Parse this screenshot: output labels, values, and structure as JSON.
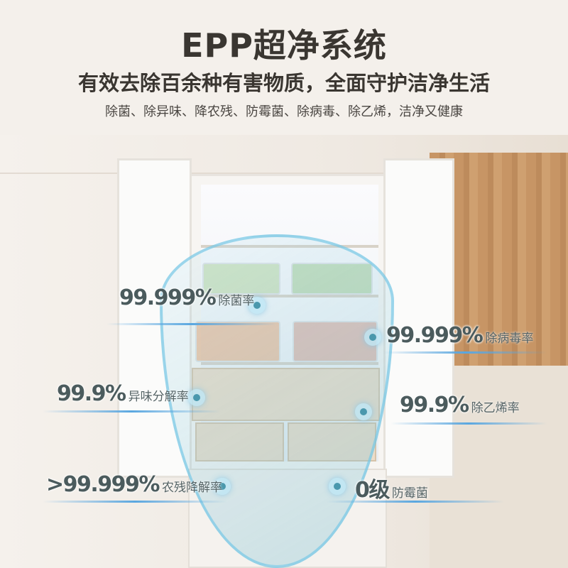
{
  "header": {
    "title": "EPP超净系统",
    "subtitle": "有效去除百余种有害物质，全面守护洁净生活",
    "features": "除菌、除异味、降农残、防霉菌、除病毒、除乙烯，洁净又健康"
  },
  "stats": [
    {
      "value": "99.999%",
      "label": "除菌率"
    },
    {
      "value": "99.999%",
      "label": "除病毒率"
    },
    {
      "value": "99.9%",
      "label": "异味分解率"
    },
    {
      "value": "99.9%",
      "label": "除乙烯率"
    },
    {
      "value": ">99.999%",
      "label": "农残降解率"
    },
    {
      "value": "0级",
      "label": "防霉菌"
    }
  ],
  "colors": {
    "text": "#3a3631",
    "stat": "#4b5b5d",
    "accent": "#5aa7e0"
  }
}
